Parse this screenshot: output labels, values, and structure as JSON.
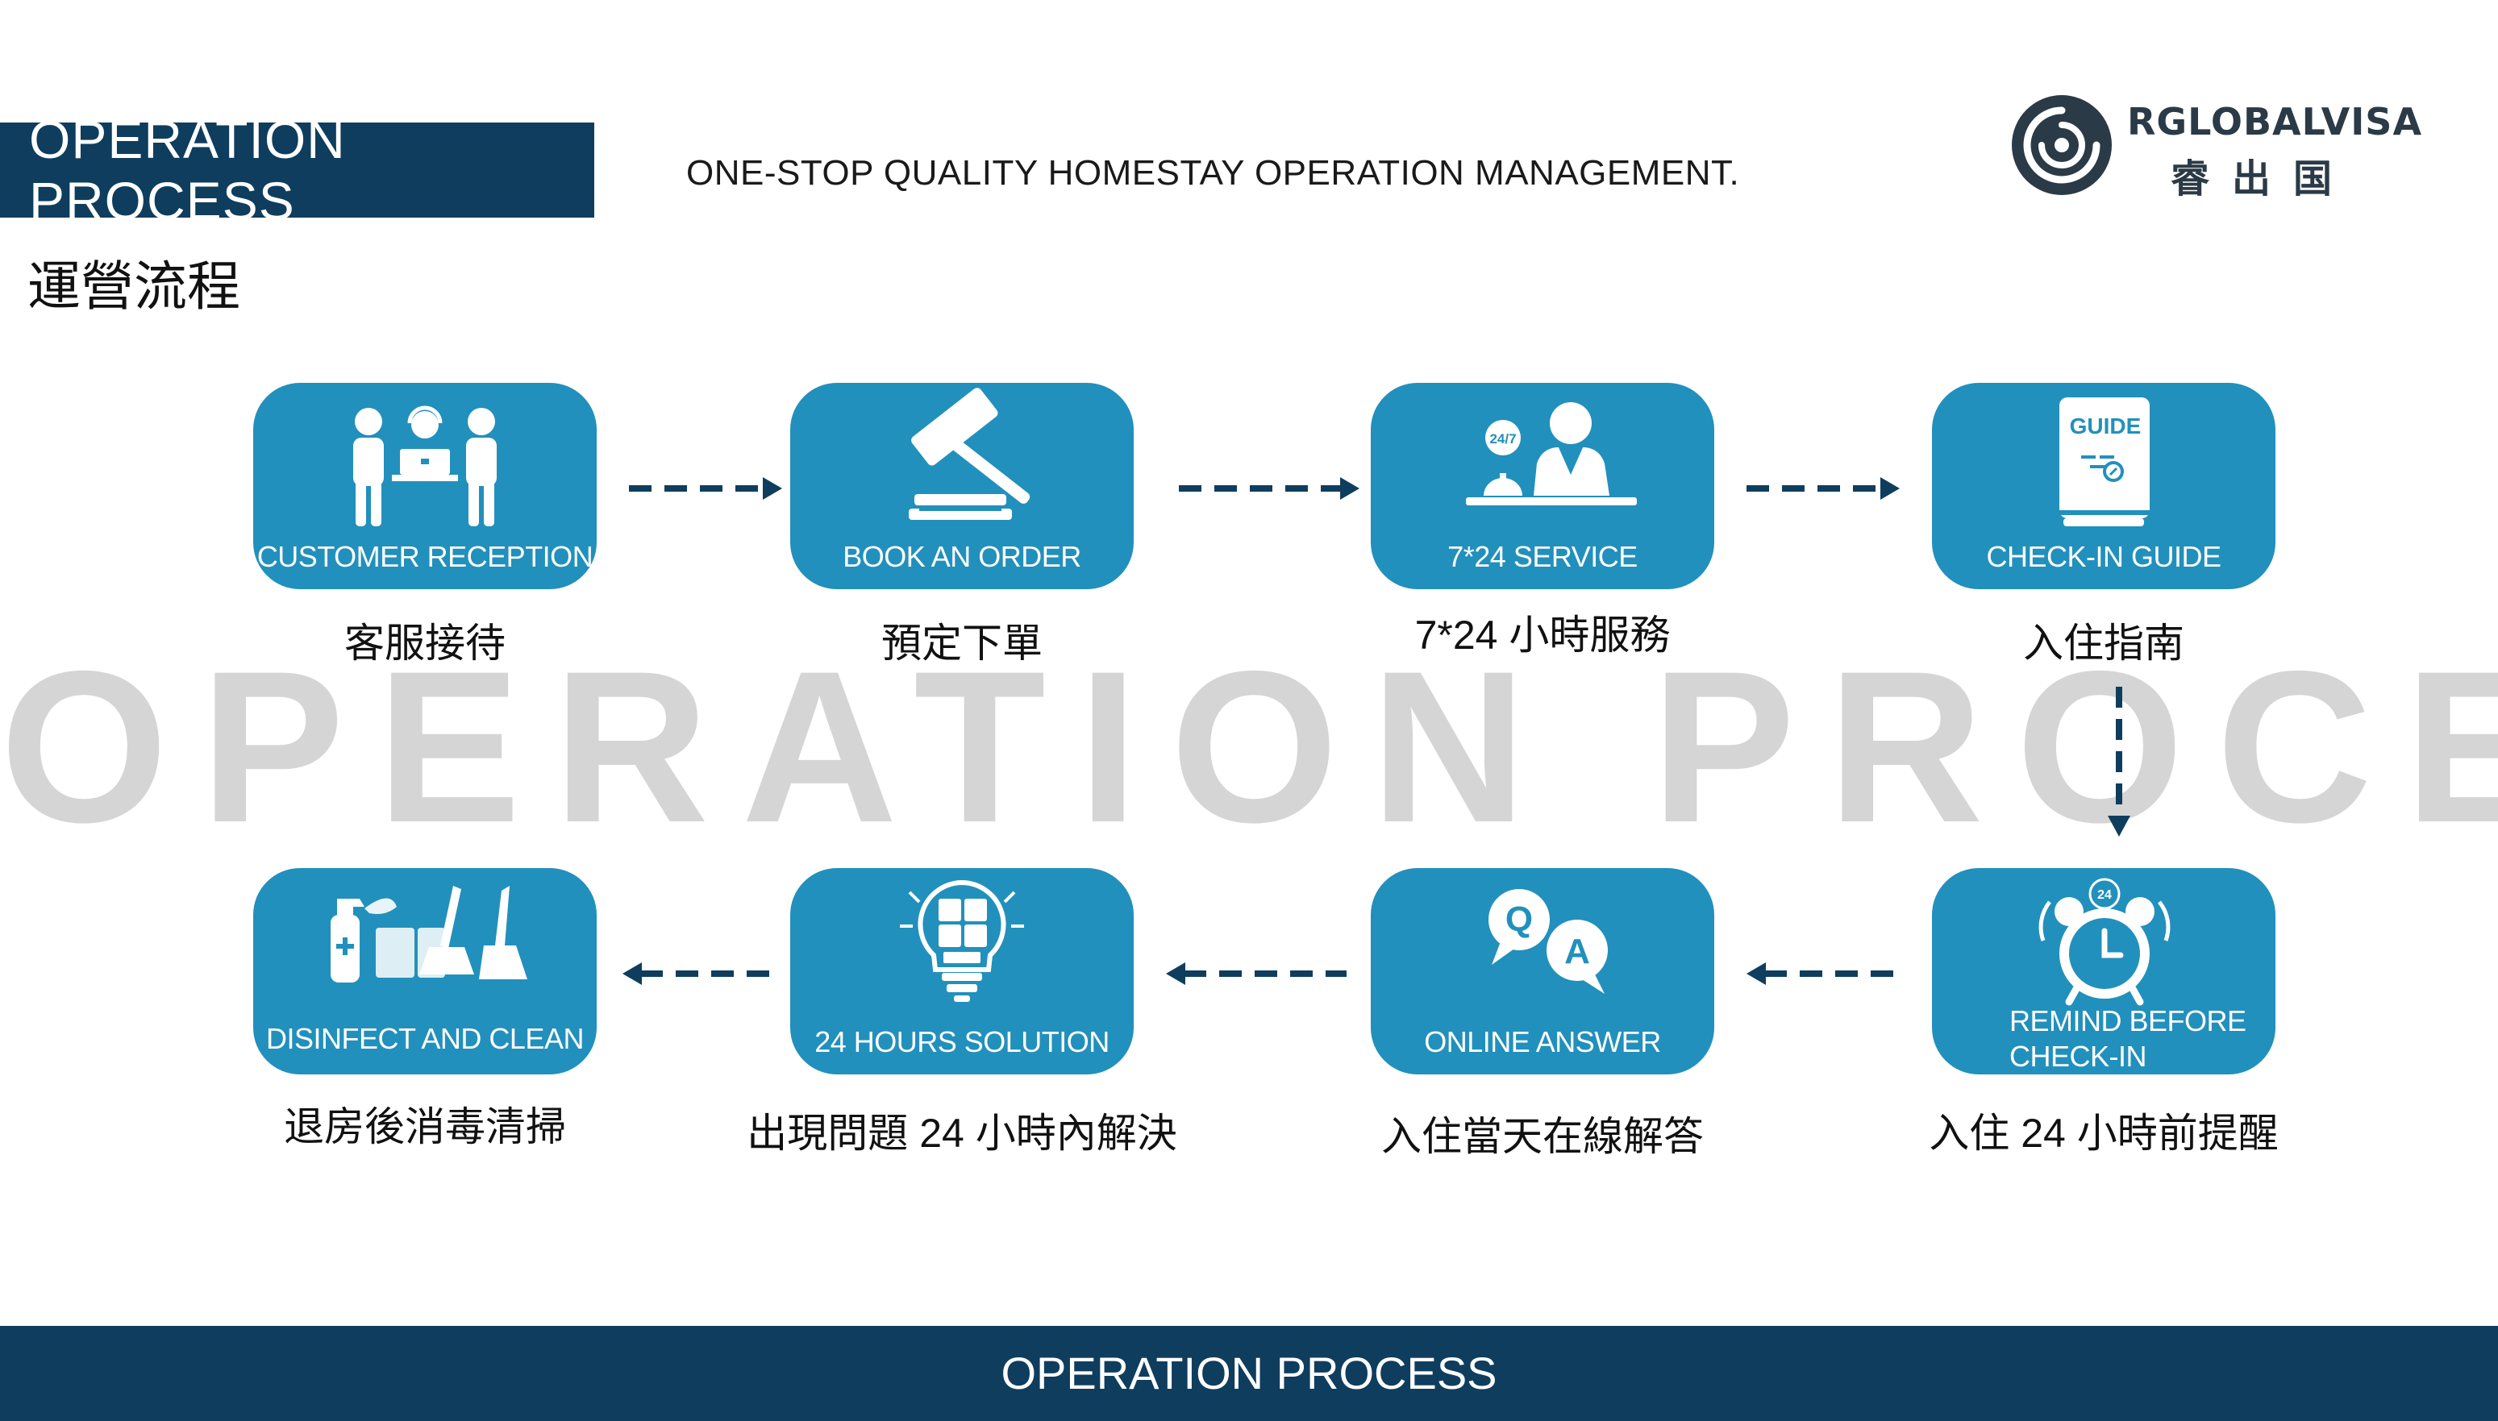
{
  "header": {
    "title": "OPERATION PROCESS",
    "subtitle": "ONE-STOP QUALITY HOMESTAY OPERATION MANAGEMENT.",
    "title_cn": "運營流程"
  },
  "logo": {
    "name": "RGLOBALVISA",
    "name_cn": "睿出国"
  },
  "watermark": "OPERATION PROCESS",
  "steps": [
    {
      "label": "CUSTOMER RECEPTION",
      "label_cn": "客服接待",
      "icon": "customer-service-icon"
    },
    {
      "label": "BOOK AN ORDER",
      "label_cn": "預定下單",
      "icon": "gavel-icon"
    },
    {
      "label": "7*24    SERVICE",
      "label_cn": "7*24 小時服務",
      "icon": "concierge-icon",
      "badge": "24/7"
    },
    {
      "label": "CHECK-IN GUIDE",
      "label_cn": "入住指南",
      "icon": "guide-book-icon",
      "badge": "GUIDE"
    },
    {
      "label": "REMIND BEFORE",
      "label2": "CHECK-IN",
      "label_cn": "入住 24 小時前提醒",
      "icon": "alarm-clock-icon",
      "badge": "24"
    },
    {
      "label": "ONLINE ANSWER",
      "label_cn": "入住當天在線解答",
      "icon": "qa-bubbles-icon",
      "q": "Q",
      "a": "A"
    },
    {
      "label": "24 HOURS SOLUTION",
      "label_cn": "出現問題 24 小時內解決",
      "icon": "lightbulb-puzzle-icon"
    },
    {
      "label": "DISINFECT AND CLEAN",
      "label_cn": "退房後消毒清掃",
      "icon": "cleaning-icon"
    }
  ],
  "footer": {
    "text": "OPERATION PROCESS"
  },
  "colors": {
    "navy": "#0f3d5e",
    "accent": "#2290bc",
    "watermark": "#d5d5d5",
    "arrow": "#0f3d5e"
  }
}
